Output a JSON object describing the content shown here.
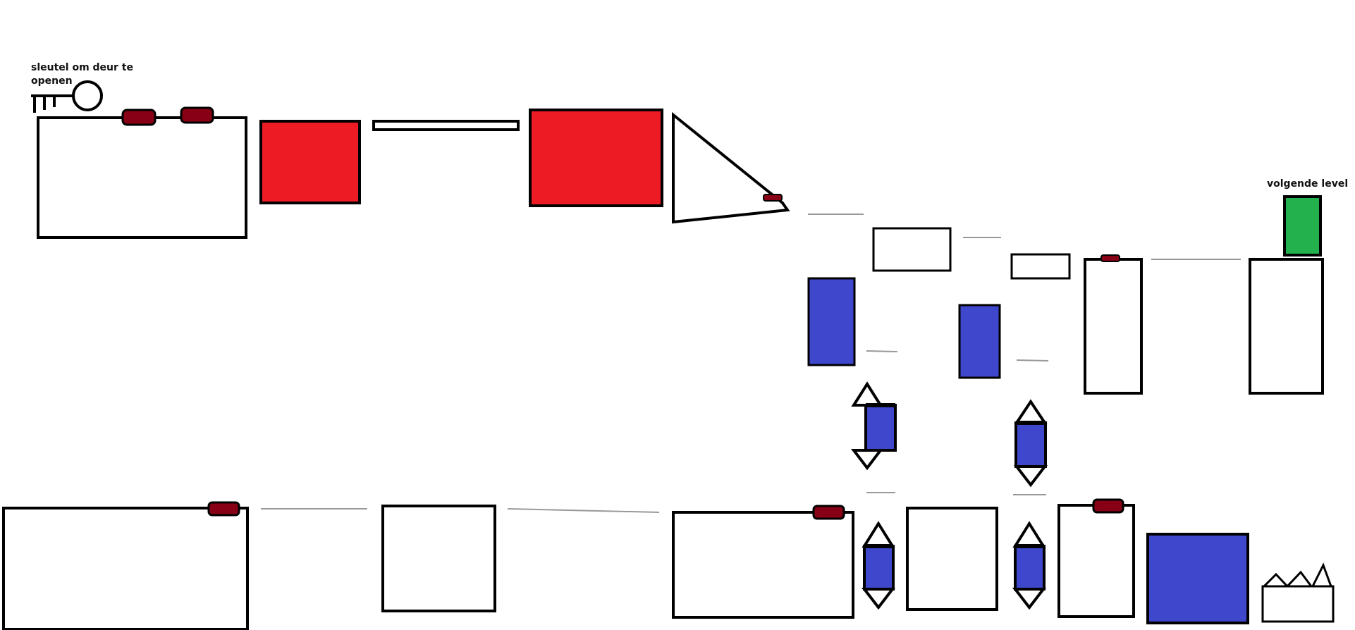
{
  "labels": {
    "key_line1": "sleutel om deur te",
    "key_line2": "openen",
    "next_level": "volgende level"
  },
  "icons": {
    "key": "key-icon",
    "spikes": "spike-trap-icon",
    "door": "door-block",
    "lever": "wall-switch",
    "elevator": "moving-platform-arrows"
  },
  "colors": {
    "outline": "#000000",
    "lava_red": "#ed1c24",
    "switch_red": "#880015",
    "water_blue": "#3f48cc",
    "exit_green": "#22b14c",
    "rail_gray": "#999999"
  }
}
